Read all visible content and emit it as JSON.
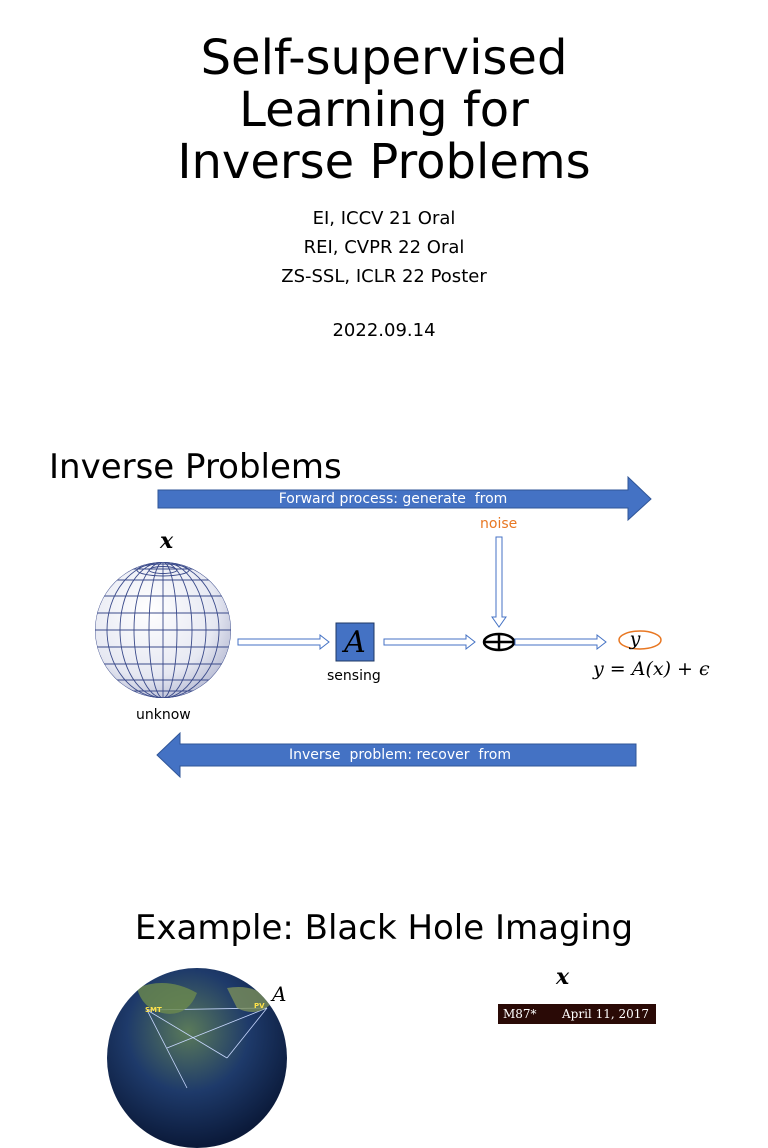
{
  "title_lines": [
    "Self-supervised",
    "Learning for",
    "Inverse Problems"
  ],
  "venues": [
    "EI, ICCV 21 Oral",
    "REI, CVPR 22 Oral",
    "ZS-SSL, ICLR 22 Poster"
  ],
  "date": "2022.09.14",
  "slide2": {
    "heading": "Inverse Problems",
    "forward_label": "Forward process: generate  from",
    "inverse_label": "Inverse  problem: recover  from",
    "noise_label": "noise",
    "sensing_label": "sensing",
    "unknown_label": "unknow",
    "var_x": "x",
    "operator_A": "A",
    "var_y": "y",
    "equation": "y = A(x) + ϵ",
    "colors": {
      "arrow_blue": "#4472c4",
      "noise_orange": "#e87722",
      "sphere_line": "#3a4a8a"
    }
  },
  "slide3": {
    "heading": "Example: Black Hole Imaging",
    "var_x": "x",
    "operator_A": "A",
    "image_caption_left": "M87*",
    "image_caption_right": "April 11, 2017",
    "stations": [
      "SMT",
      "PV"
    ]
  }
}
